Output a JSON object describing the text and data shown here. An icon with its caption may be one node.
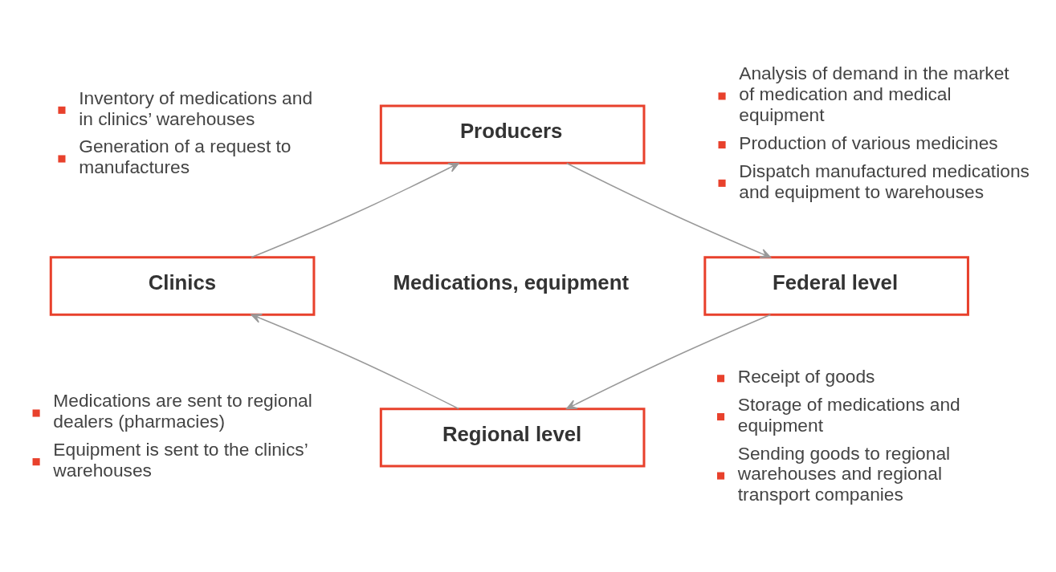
{
  "diagram": {
    "nodes": [
      {
        "text": [
          "Producers"
        ]
      },
      {
        "text": [
          "Clinics"
        ]
      },
      {
        "text": [
          "Federal level"
        ]
      },
      {
        "text": [
          "Regional level"
        ]
      }
    ],
    "edges": [
      {
        "from": 1,
        "to": 0,
        "arrow": "to"
      },
      {
        "from": 0,
        "to": 2,
        "arrow": "to"
      },
      {
        "from": 2,
        "to": 3,
        "arrow": "to"
      },
      {
        "from": 3,
        "to": 1,
        "arrow": "to"
      }
    ],
    "labels": [
      "Inventory of medications and in clinics’ warehouses",
      "Generation of a request to manufactures",
      "Analysis of demand in the market of medication and medical equipment",
      "Production of various medicines",
      "Dispatch manufactured medications and equipment to warehouses",
      "Medications, equipment",
      "Medications are sent to regional dealers (pharmacies)",
      "Equipment is sent to the clinics’ warehouses",
      "Receipt of goods",
      "Storage of medications and equipment",
      "Sending goods to regional warehouses and regional transport companies"
    ]
  }
}
